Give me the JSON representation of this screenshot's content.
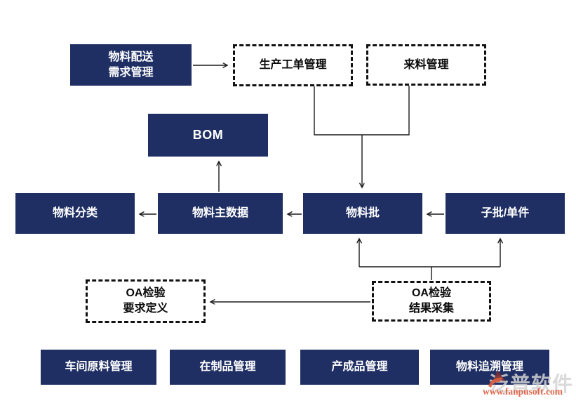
{
  "diagram": {
    "name": "material-management-flow",
    "nodes": {
      "material_delivery": {
        "line1": "物料配送",
        "line2": "需求管理",
        "style": "solid"
      },
      "production_order": {
        "label": "生产工单管理",
        "style": "dashed"
      },
      "incoming_material": {
        "label": "来料管理",
        "style": "dashed"
      },
      "bom": {
        "label": "BOM",
        "style": "solid"
      },
      "material_category": {
        "label": "物料分类",
        "style": "solid"
      },
      "material_master": {
        "label": "物料主数据",
        "style": "solid"
      },
      "material_batch": {
        "label": "物料批",
        "style": "solid"
      },
      "sub_batch": {
        "label": "子批/单件",
        "style": "solid"
      },
      "qa_requirement": {
        "line1": "OA检验",
        "line2": "要求定义",
        "style": "dashed"
      },
      "qa_result": {
        "line1": "OA检验",
        "line2": "结果采集",
        "style": "dashed"
      },
      "workshop_material": {
        "label": "车间原料管理",
        "style": "solid"
      },
      "wip": {
        "label": "在制品管理",
        "style": "solid"
      },
      "finished_goods": {
        "label": "产成品管理",
        "style": "solid"
      },
      "material_trace": {
        "label": "物料追溯管理",
        "style": "solid"
      }
    },
    "edges": [
      "material_delivery -> production_order",
      "production_order + incoming_material -> material_batch",
      "material_master -> bom",
      "material_batch -> material_master",
      "material_master -> material_category",
      "sub_batch -> material_batch",
      "qa_result -> material_batch",
      "qa_result -> sub_batch",
      "qa_result -> qa_requirement"
    ]
  },
  "watermark": {
    "brand": "泛普软件",
    "url": "www.fanpusoft.com"
  },
  "colors": {
    "node_fill": "#1f2f63",
    "node_text": "#ffffff",
    "dashed_border": "#111111",
    "connector": "#1a1a1a",
    "watermark_brand": "#d4d4d4",
    "watermark_url": "#e0684c",
    "logo_orange": "#dd5f3e",
    "logo_maroon": "#7c2d33"
  }
}
